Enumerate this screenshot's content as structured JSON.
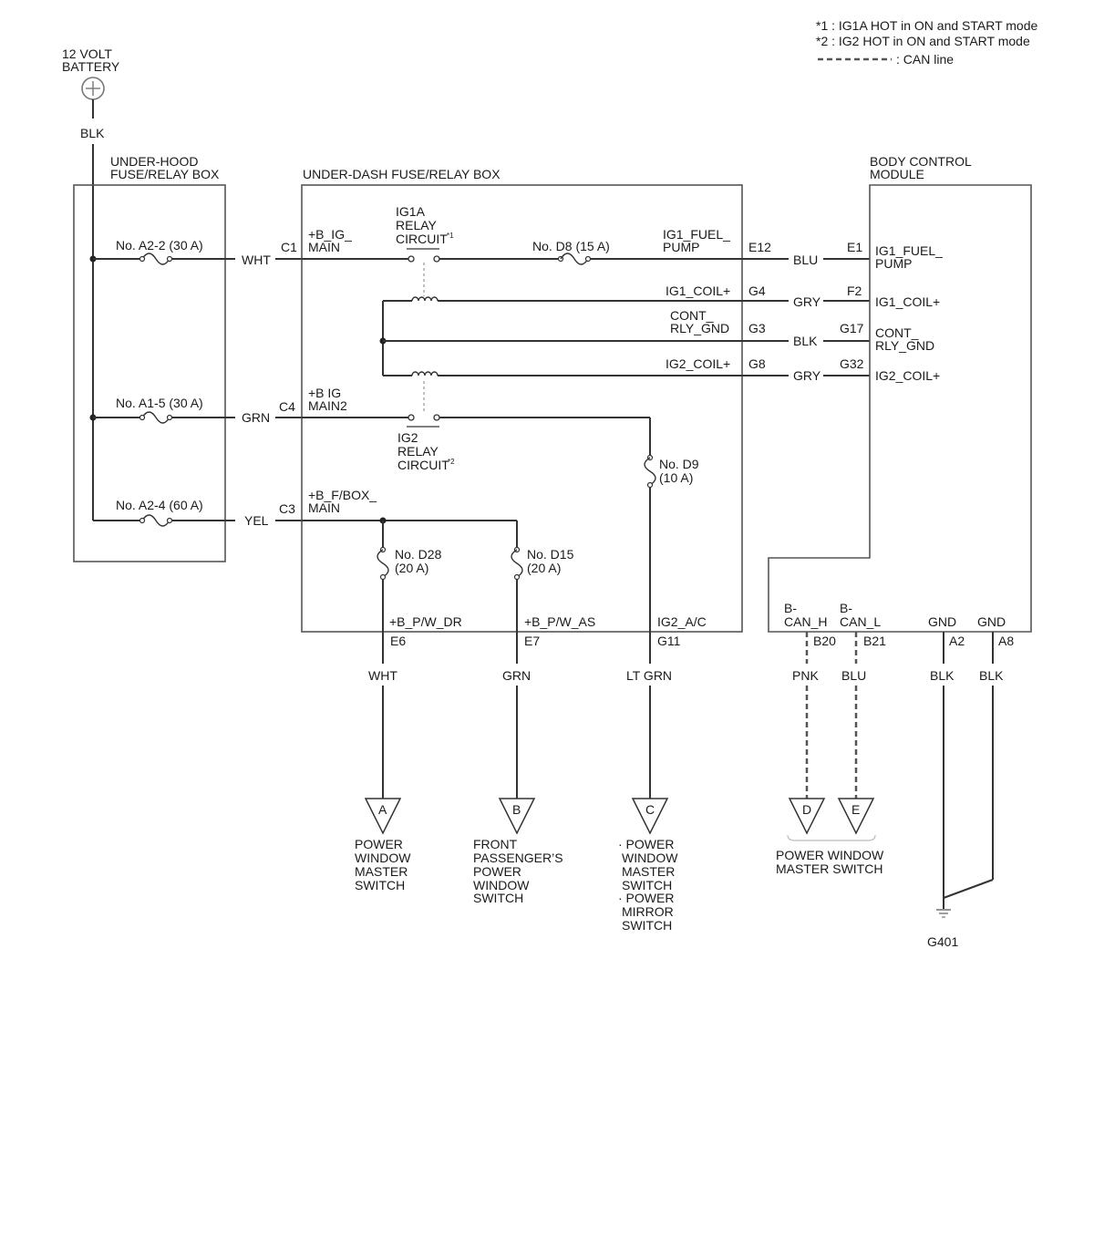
{
  "legend": {
    "note1": "*1 : IG1A HOT in ON and START mode",
    "note2": "*2 : IG2 HOT in ON and START mode",
    "can_line": ": CAN line"
  },
  "battery": {
    "line1": "12 VOLT",
    "line2": "BATTERY",
    "wire": "BLK"
  },
  "underhood": {
    "line1": "UNDER-HOOD",
    "line2": "FUSE/RELAY BOX",
    "fuse1": "No. A2-2 (30 A)",
    "fuse2": "No. A1-5 (30 A)",
    "fuse3": "No. A2-4 (60 A)"
  },
  "wires_left": {
    "c1": "WHT",
    "c4": "GRN",
    "c3": "YEL"
  },
  "underdash": {
    "title": "UNDER-DASH FUSE/RELAY BOX",
    "conn_c1": "C1",
    "conn_c4": "C4",
    "conn_c3": "C3",
    "bus1a": "+B_IG_",
    "bus1b": "MAIN",
    "bus2a": "+B IG",
    "bus2b": "MAIN2",
    "bus3a": "+B_F/BOX_",
    "bus3b": "MAIN",
    "relay1a": "IG1A",
    "relay1b": "RELAY",
    "relay1c": "CIRCUIT",
    "relay1sup": "*1",
    "relay2a": "IG2",
    "relay2b": "RELAY",
    "relay2c": "CIRCUIT",
    "relay2sup": "*2",
    "fuse_d8": "No. D8 (15 A)",
    "fuse_d9a": "No. D9",
    "fuse_d9b": "(10 A)",
    "fuse_d28a": "No. D28",
    "fuse_d28b": "(20 A)",
    "fuse_d15a": "No. D15",
    "fuse_d15b": "(20 A)",
    "sig_fuel_a": "IG1_FUEL_",
    "sig_fuel_b": "PUMP",
    "sig_coil1": "IG1_COIL+",
    "sig_rly_a": "CONT_",
    "sig_rly_b": "RLY_GND",
    "sig_coil2": "IG2_COIL+",
    "pin_e12": "E12",
    "pin_g4": "G4",
    "pin_g3": "G3",
    "pin_g8": "G8",
    "out_dr": "+B_P/W_DR",
    "out_as": "+B_P/W_AS",
    "out_ac": "IG2_A/C",
    "pin_e6": "E6",
    "pin_e7": "E7",
    "pin_g11": "G11"
  },
  "mid_wires": {
    "w1": "BLU",
    "w2": "GRY",
    "w3": "BLK",
    "w4": "GRY"
  },
  "bcm": {
    "line1": "BODY CONTROL",
    "line2": "MODULE",
    "pin_e1": "E1",
    "pin_f2": "F2",
    "pin_g17": "G17",
    "pin_g32": "G32",
    "sig_fuel_a": "IG1_FUEL_",
    "sig_fuel_b": "PUMP",
    "sig_coil1": "IG1_COIL+",
    "sig_rly_a": "CONT_",
    "sig_rly_b": "RLY_GND",
    "sig_coil2": "IG2_COIL+",
    "canh_a": "B-",
    "canh_b": "CAN_H",
    "canl_a": "B-",
    "canl_b": "CAN_L",
    "gnd1": "GND",
    "gnd2": "GND",
    "pin_b20": "B20",
    "pin_b21": "B21",
    "pin_a2": "A2",
    "pin_a8": "A8"
  },
  "bottom_wires": {
    "e6": "WHT",
    "e7": "GRN",
    "g11": "LT GRN",
    "b20": "PNK",
    "b21": "BLU",
    "a2": "BLK",
    "a8": "BLK"
  },
  "connectors": {
    "a": "A",
    "b": "B",
    "c": "C",
    "d": "D",
    "e": "E"
  },
  "dest_a": [
    "POWER",
    "WINDOW",
    "MASTER",
    "SWITCH"
  ],
  "dest_b": [
    "FRONT",
    "PASSENGER’S",
    "POWER",
    "WINDOW",
    "SWITCH"
  ],
  "dest_c": [
    "· POWER",
    "WINDOW",
    "MASTER",
    "SWITCH",
    "· POWER",
    "MIRROR",
    "SWITCH"
  ],
  "dest_de": [
    "POWER WINDOW",
    "MASTER SWITCH"
  ],
  "ground": "G401"
}
